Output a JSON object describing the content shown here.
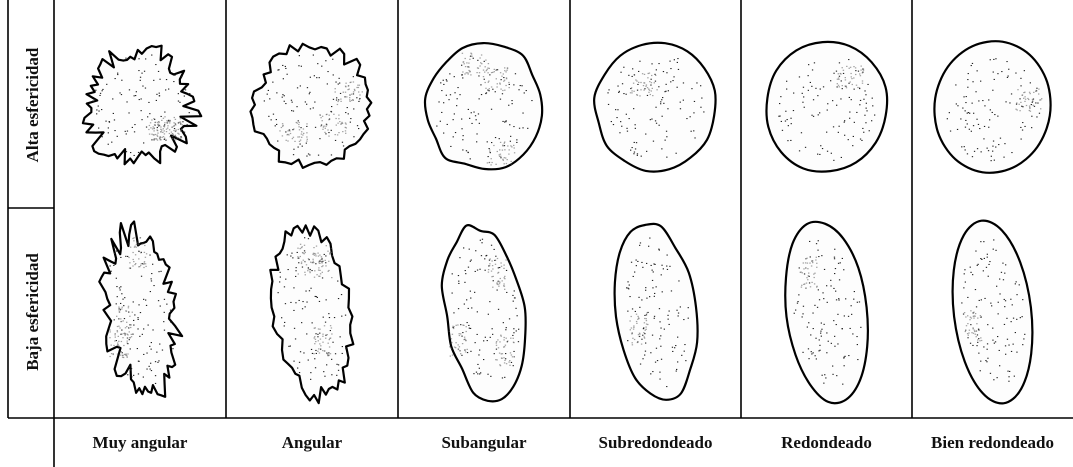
{
  "row_labels": {
    "high": "Alta esfericidad",
    "low": "Baja esfericidad"
  },
  "columns": [
    {
      "label": "Muy angular",
      "roughness": 0.34,
      "points": 26
    },
    {
      "label": "Angular",
      "roughness": 0.2,
      "points": 20
    },
    {
      "label": "Subangular",
      "roughness": 0.11,
      "points": 18
    },
    {
      "label": "Subredondeado",
      "roughness": 0.06,
      "points": 16
    },
    {
      "label": "Redondeado",
      "roughness": 0.03,
      "points": 14
    },
    {
      "label": "Bien redondeado",
      "roughness": 0.0,
      "points": 12
    }
  ],
  "colors": {
    "line": "#000000",
    "fill": "#fdfdfd",
    "stipple": "#222222"
  }
}
